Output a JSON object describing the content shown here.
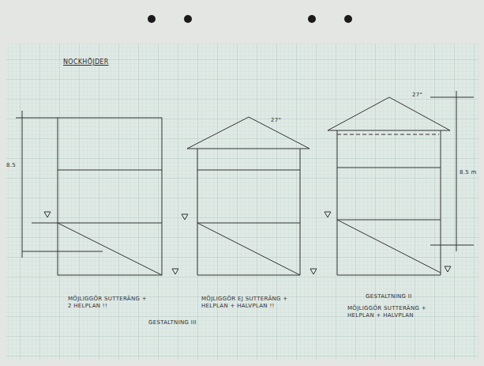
{
  "diagram": {
    "title": "NOCKHÖJDER",
    "labels": [
      "8.5",
      "27°",
      "27°",
      "8.5 m",
      "MÖJLIGGÖR SUTTERÄNG + 2 HELPLAN !!",
      "MÖJLIGGÖR EJ SUTTERÄNG + HELPLAN + HALVPLAN !!",
      "GESTALTNING III",
      "GESTALTNING II",
      "MÖJLIGGÖR SUTTERÄNG + HELPLAN + HALVPLAN"
    ]
  }
}
